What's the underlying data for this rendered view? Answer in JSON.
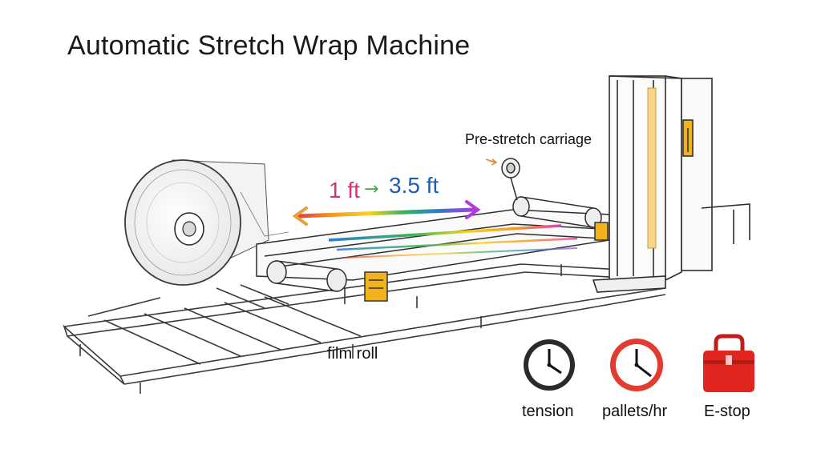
{
  "title": "Automatic Stretch Wrap Machine",
  "callouts": {
    "carriage": "Pre-stretch carriage",
    "film_roll": "film roll"
  },
  "pre_stretch": {
    "from": "1 ft",
    "arrow": "→",
    "to": "3.5 ft"
  },
  "controls": [
    {
      "icon": "gauge-icon",
      "label": "tension"
    },
    {
      "icon": "clock-icon",
      "label": "pallets/hr"
    },
    {
      "icon": "emergency-stop-icon",
      "label": "E-stop"
    }
  ],
  "colors": {
    "ink": "#2a2a2a",
    "accent_yellow": "#f2b21b",
    "estop_red": "#e0261f",
    "clock_red": "#e33b2f"
  }
}
